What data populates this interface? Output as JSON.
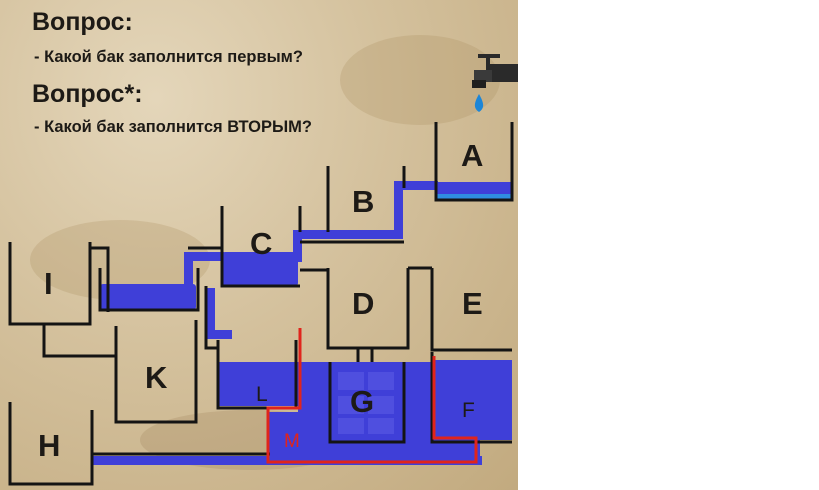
{
  "question_1": {
    "title": "Вопрос:",
    "text": "- Какой бак заполнится первым?"
  },
  "question_2": {
    "title": "Вопрос*:",
    "text": "- Какой бак заполнится ВТОРЫМ?"
  },
  "tanks": {
    "A": "A",
    "B": "B",
    "C": "C",
    "D": "D",
    "E": "E",
    "F": "F",
    "G": "G",
    "H": "H",
    "I": "I",
    "K": "K",
    "L": "L",
    "M": "M"
  },
  "icons": {
    "faucet": "faucet-icon",
    "drop": "water-drop-icon"
  },
  "colors": {
    "water": "#3f3fd8",
    "water_highlight": "#2f8de0",
    "wall": "#141414",
    "marker": "#e0241c",
    "parchment": "#d4c19d"
  }
}
